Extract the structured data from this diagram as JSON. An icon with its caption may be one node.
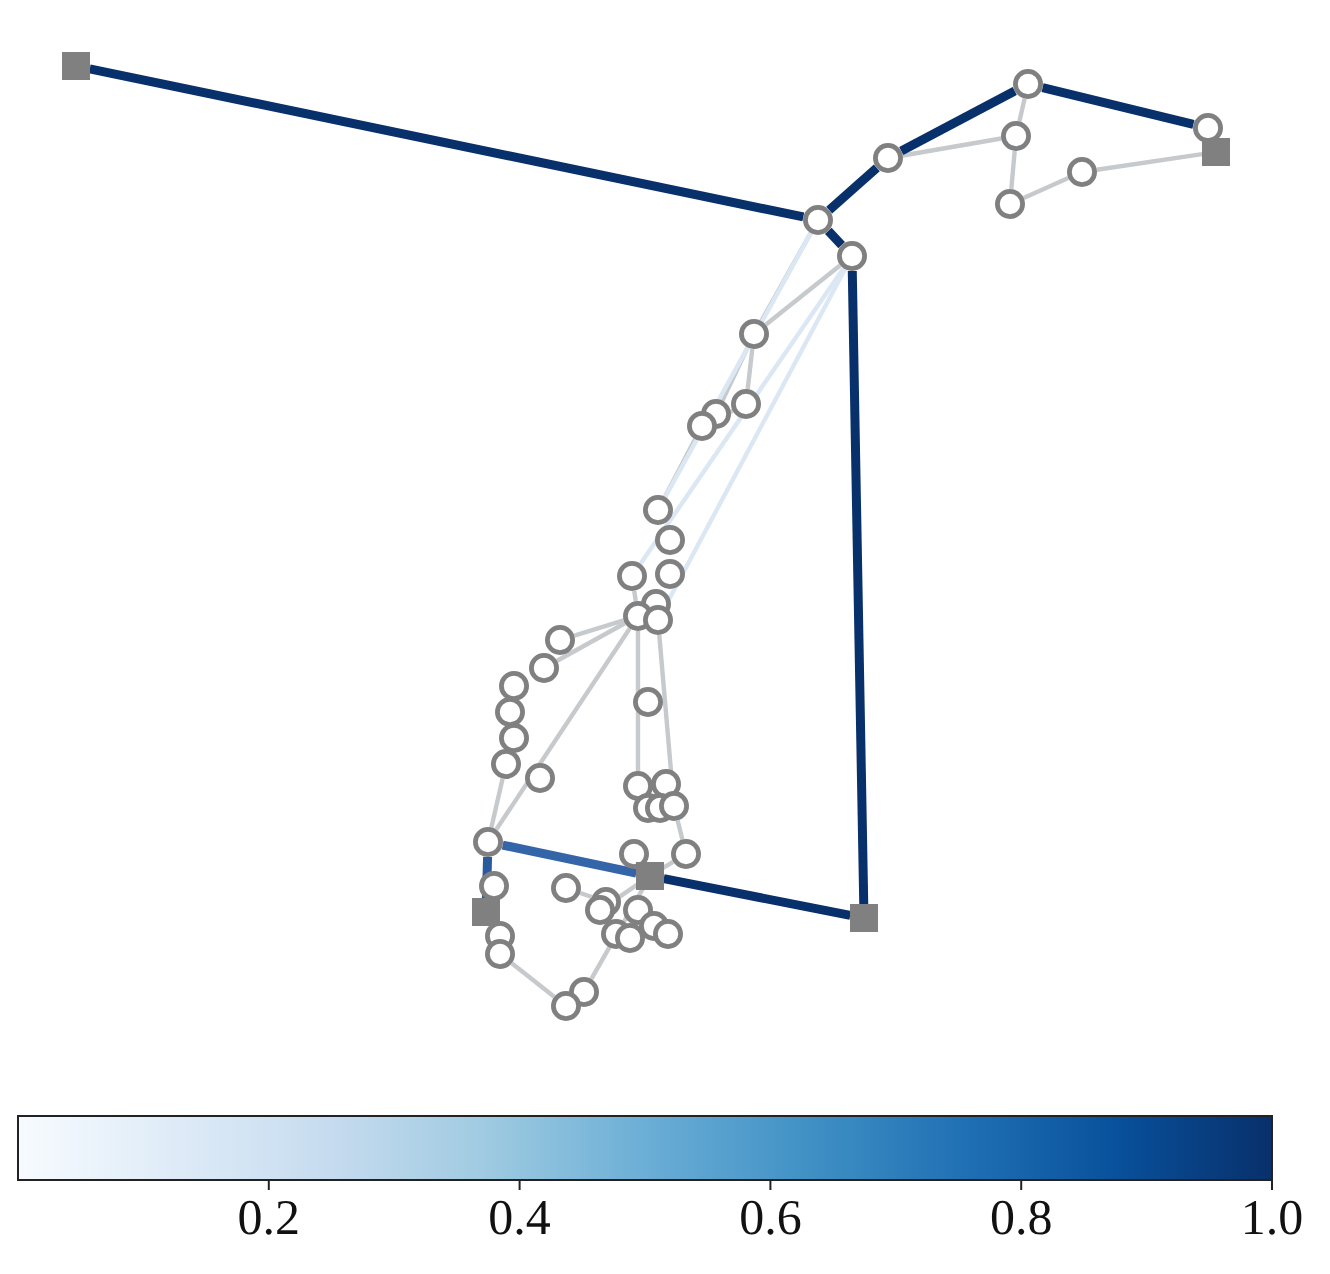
{
  "diagram": {
    "nodes": [
      {
        "text": [],
        "shape": "box"
      },
      {
        "text": [],
        "shape": "circle"
      },
      {
        "text": [],
        "shape": "circle"
      },
      {
        "text": [],
        "shape": "circle"
      },
      {
        "text": [],
        "shape": "circle"
      },
      {
        "text": [],
        "shape": "circle"
      },
      {
        "text": [],
        "shape": "box"
      },
      {
        "text": [],
        "shape": "circle"
      },
      {
        "text": [],
        "shape": "circle"
      },
      {
        "text": [],
        "shape": "circle"
      },
      {
        "text": [],
        "shape": "circle"
      },
      {
        "text": [],
        "shape": "circle"
      },
      {
        "text": [],
        "shape": "circle"
      },
      {
        "text": [],
        "shape": "circle"
      },
      {
        "text": [],
        "shape": "circle"
      },
      {
        "text": [],
        "shape": "circle"
      },
      {
        "text": [],
        "shape": "circle"
      },
      {
        "text": [],
        "shape": "circle"
      },
      {
        "text": [],
        "shape": "circle"
      },
      {
        "text": [],
        "shape": "circle"
      },
      {
        "text": [],
        "shape": "circle"
      },
      {
        "text": [],
        "shape": "circle"
      },
      {
        "text": [],
        "shape": "circle"
      },
      {
        "text": [],
        "shape": "circle"
      },
      {
        "text": [],
        "shape": "circle"
      },
      {
        "text": [],
        "shape": "circle"
      },
      {
        "text": [],
        "shape": "circle"
      },
      {
        "text": [],
        "shape": "circle"
      },
      {
        "text": [],
        "shape": "circle"
      },
      {
        "text": [],
        "shape": "circle"
      },
      {
        "text": [],
        "shape": "circle"
      },
      {
        "text": [],
        "shape": "circle"
      },
      {
        "text": [],
        "shape": "circle"
      },
      {
        "text": [],
        "shape": "circle"
      },
      {
        "text": [],
        "shape": "circle"
      },
      {
        "text": [],
        "shape": "circle"
      },
      {
        "text": [],
        "shape": "circle"
      },
      {
        "text": [],
        "shape": "box"
      },
      {
        "text": [],
        "shape": "box"
      },
      {
        "text": [],
        "shape": "circle"
      },
      {
        "text": [],
        "shape": "box"
      },
      {
        "text": [],
        "shape": "circle"
      },
      {
        "text": [],
        "shape": "circle"
      },
      {
        "text": [],
        "shape": "circle"
      },
      {
        "text": [],
        "shape": "circle"
      },
      {
        "text": [],
        "shape": "circle"
      },
      {
        "text": [],
        "shape": "circle"
      },
      {
        "text": [],
        "shape": "circle"
      },
      {
        "text": [],
        "shape": "circle"
      },
      {
        "text": [],
        "shape": "circle"
      },
      {
        "text": [],
        "shape": "circle"
      },
      {
        "text": [],
        "shape": "circle"
      },
      {
        "text": [],
        "shape": "circle"
      }
    ],
    "edges": [
      {
        "from": 0,
        "to": 1,
        "arrow": "none",
        "style": "thick",
        "color": "#08306b"
      },
      {
        "from": 1,
        "to": 3,
        "arrow": "none",
        "style": "thick",
        "color": "#08306b"
      },
      {
        "from": 3,
        "to": 4,
        "arrow": "none",
        "style": "thick",
        "color": "#08306b"
      },
      {
        "from": 4,
        "to": 5,
        "arrow": "none",
        "style": "thick",
        "color": "#08306b"
      },
      {
        "from": 1,
        "to": 2,
        "arrow": "none",
        "style": "thick",
        "color": "#08306b"
      },
      {
        "from": 2,
        "to": 38,
        "arrow": "none",
        "style": "thick",
        "color": "#08306b"
      },
      {
        "from": 38,
        "to": 37,
        "arrow": "none",
        "style": "thick",
        "color": "#08306b"
      },
      {
        "from": 37,
        "to": 34,
        "arrow": "none",
        "style": "thick",
        "color": "#3465a8"
      },
      {
        "from": 34,
        "to": 40,
        "arrow": "none",
        "style": "thick",
        "color": "#2a5a9e"
      },
      {
        "from": 3,
        "to": 7,
        "arrow": "none"
      },
      {
        "from": 7,
        "to": 4,
        "arrow": "none"
      },
      {
        "from": 7,
        "to": 9,
        "arrow": "none"
      },
      {
        "from": 9,
        "to": 8,
        "arrow": "none"
      },
      {
        "from": 8,
        "to": 6,
        "arrow": "none"
      },
      {
        "from": 1,
        "to": 10,
        "arrow": "none"
      },
      {
        "from": 2,
        "to": 10,
        "arrow": "none"
      },
      {
        "from": 10,
        "to": 11,
        "arrow": "none"
      },
      {
        "from": 10,
        "to": 12,
        "arrow": "none"
      },
      {
        "from": 11,
        "to": 13,
        "arrow": "none"
      },
      {
        "from": 13,
        "to": 14,
        "arrow": "none"
      },
      {
        "from": 16,
        "to": 19,
        "arrow": "none"
      },
      {
        "from": 19,
        "to": 21,
        "arrow": "none"
      },
      {
        "from": 19,
        "to": 22,
        "arrow": "none"
      },
      {
        "from": 26,
        "to": 34,
        "arrow": "none"
      },
      {
        "from": 19,
        "to": 34,
        "arrow": "none"
      },
      {
        "from": 19,
        "to": 29,
        "arrow": "none"
      },
      {
        "from": 20,
        "to": 33,
        "arrow": "none"
      },
      {
        "from": 33,
        "to": 36,
        "arrow": "none"
      },
      {
        "from": 36,
        "to": 37,
        "arrow": "none"
      },
      {
        "from": 50,
        "to": 52,
        "arrow": "none"
      },
      {
        "from": 51,
        "to": 37,
        "arrow": "none"
      },
      {
        "from": 41,
        "to": 42,
        "arrow": "none"
      },
      {
        "from": 43,
        "to": 37,
        "arrow": "none"
      },
      {
        "from": 1,
        "to": 14,
        "arrow": "none",
        "color": "#dce7f4"
      },
      {
        "from": 2,
        "to": 16,
        "arrow": "none",
        "color": "#dce7f4"
      },
      {
        "from": 2,
        "to": 20,
        "arrow": "none",
        "color": "#dce7f4"
      }
    ],
    "labels": [
      "0.2",
      "0.4",
      "0.6",
      "0.8",
      "1.0"
    ]
  }
}
